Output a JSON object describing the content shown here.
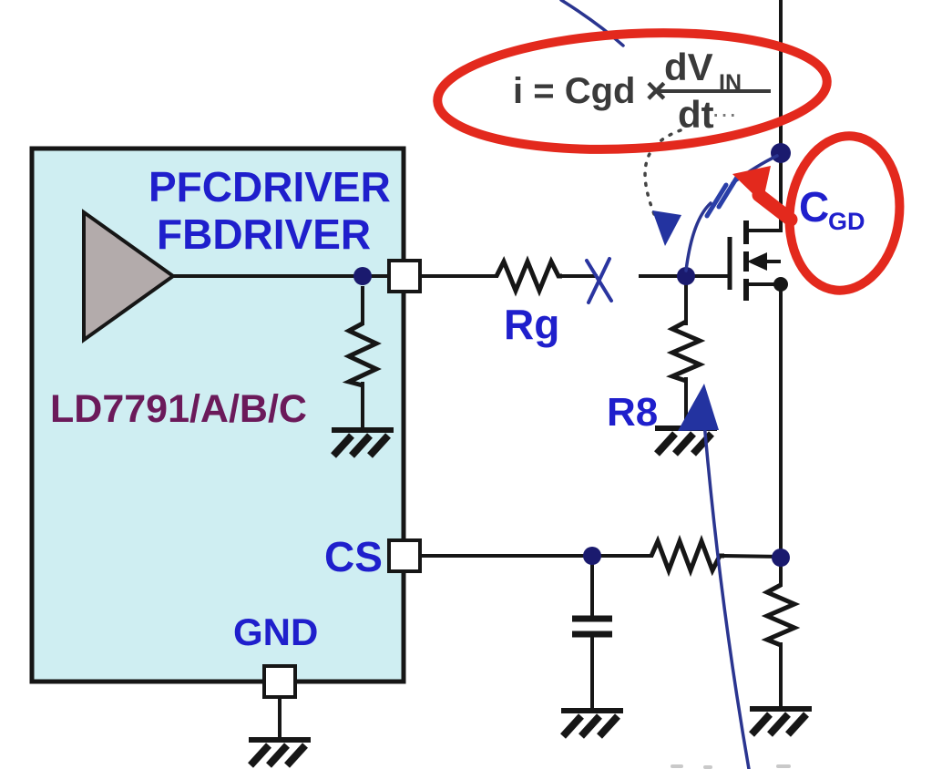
{
  "ic": {
    "part_number": "LD7791/A/B/C",
    "driver_label_top": "PFCDRIVER",
    "driver_label_bottom": "FBDRIVER",
    "pin_cs_label": "CS",
    "pin_gnd_label": "GND"
  },
  "components": {
    "gate_resistor_label": "Rg",
    "sense_leg_resistor_label": "R8",
    "cgd_label_main": "C",
    "cgd_label_sub": "GD"
  },
  "formula": {
    "lhs": "i = Cgd ×",
    "numerator": "dV",
    "numerator_sub": "IN",
    "denominator": "dt",
    "trailing_dots": "···"
  },
  "colors": {
    "annotation_red": "#e3291d",
    "label_blue": "#1f1fcc",
    "part_number_purple": "#6b1a5a",
    "ic_fill_cyan": "#cfeef2",
    "annotation_navy": "#2a3590",
    "wire_black": "#161616"
  }
}
